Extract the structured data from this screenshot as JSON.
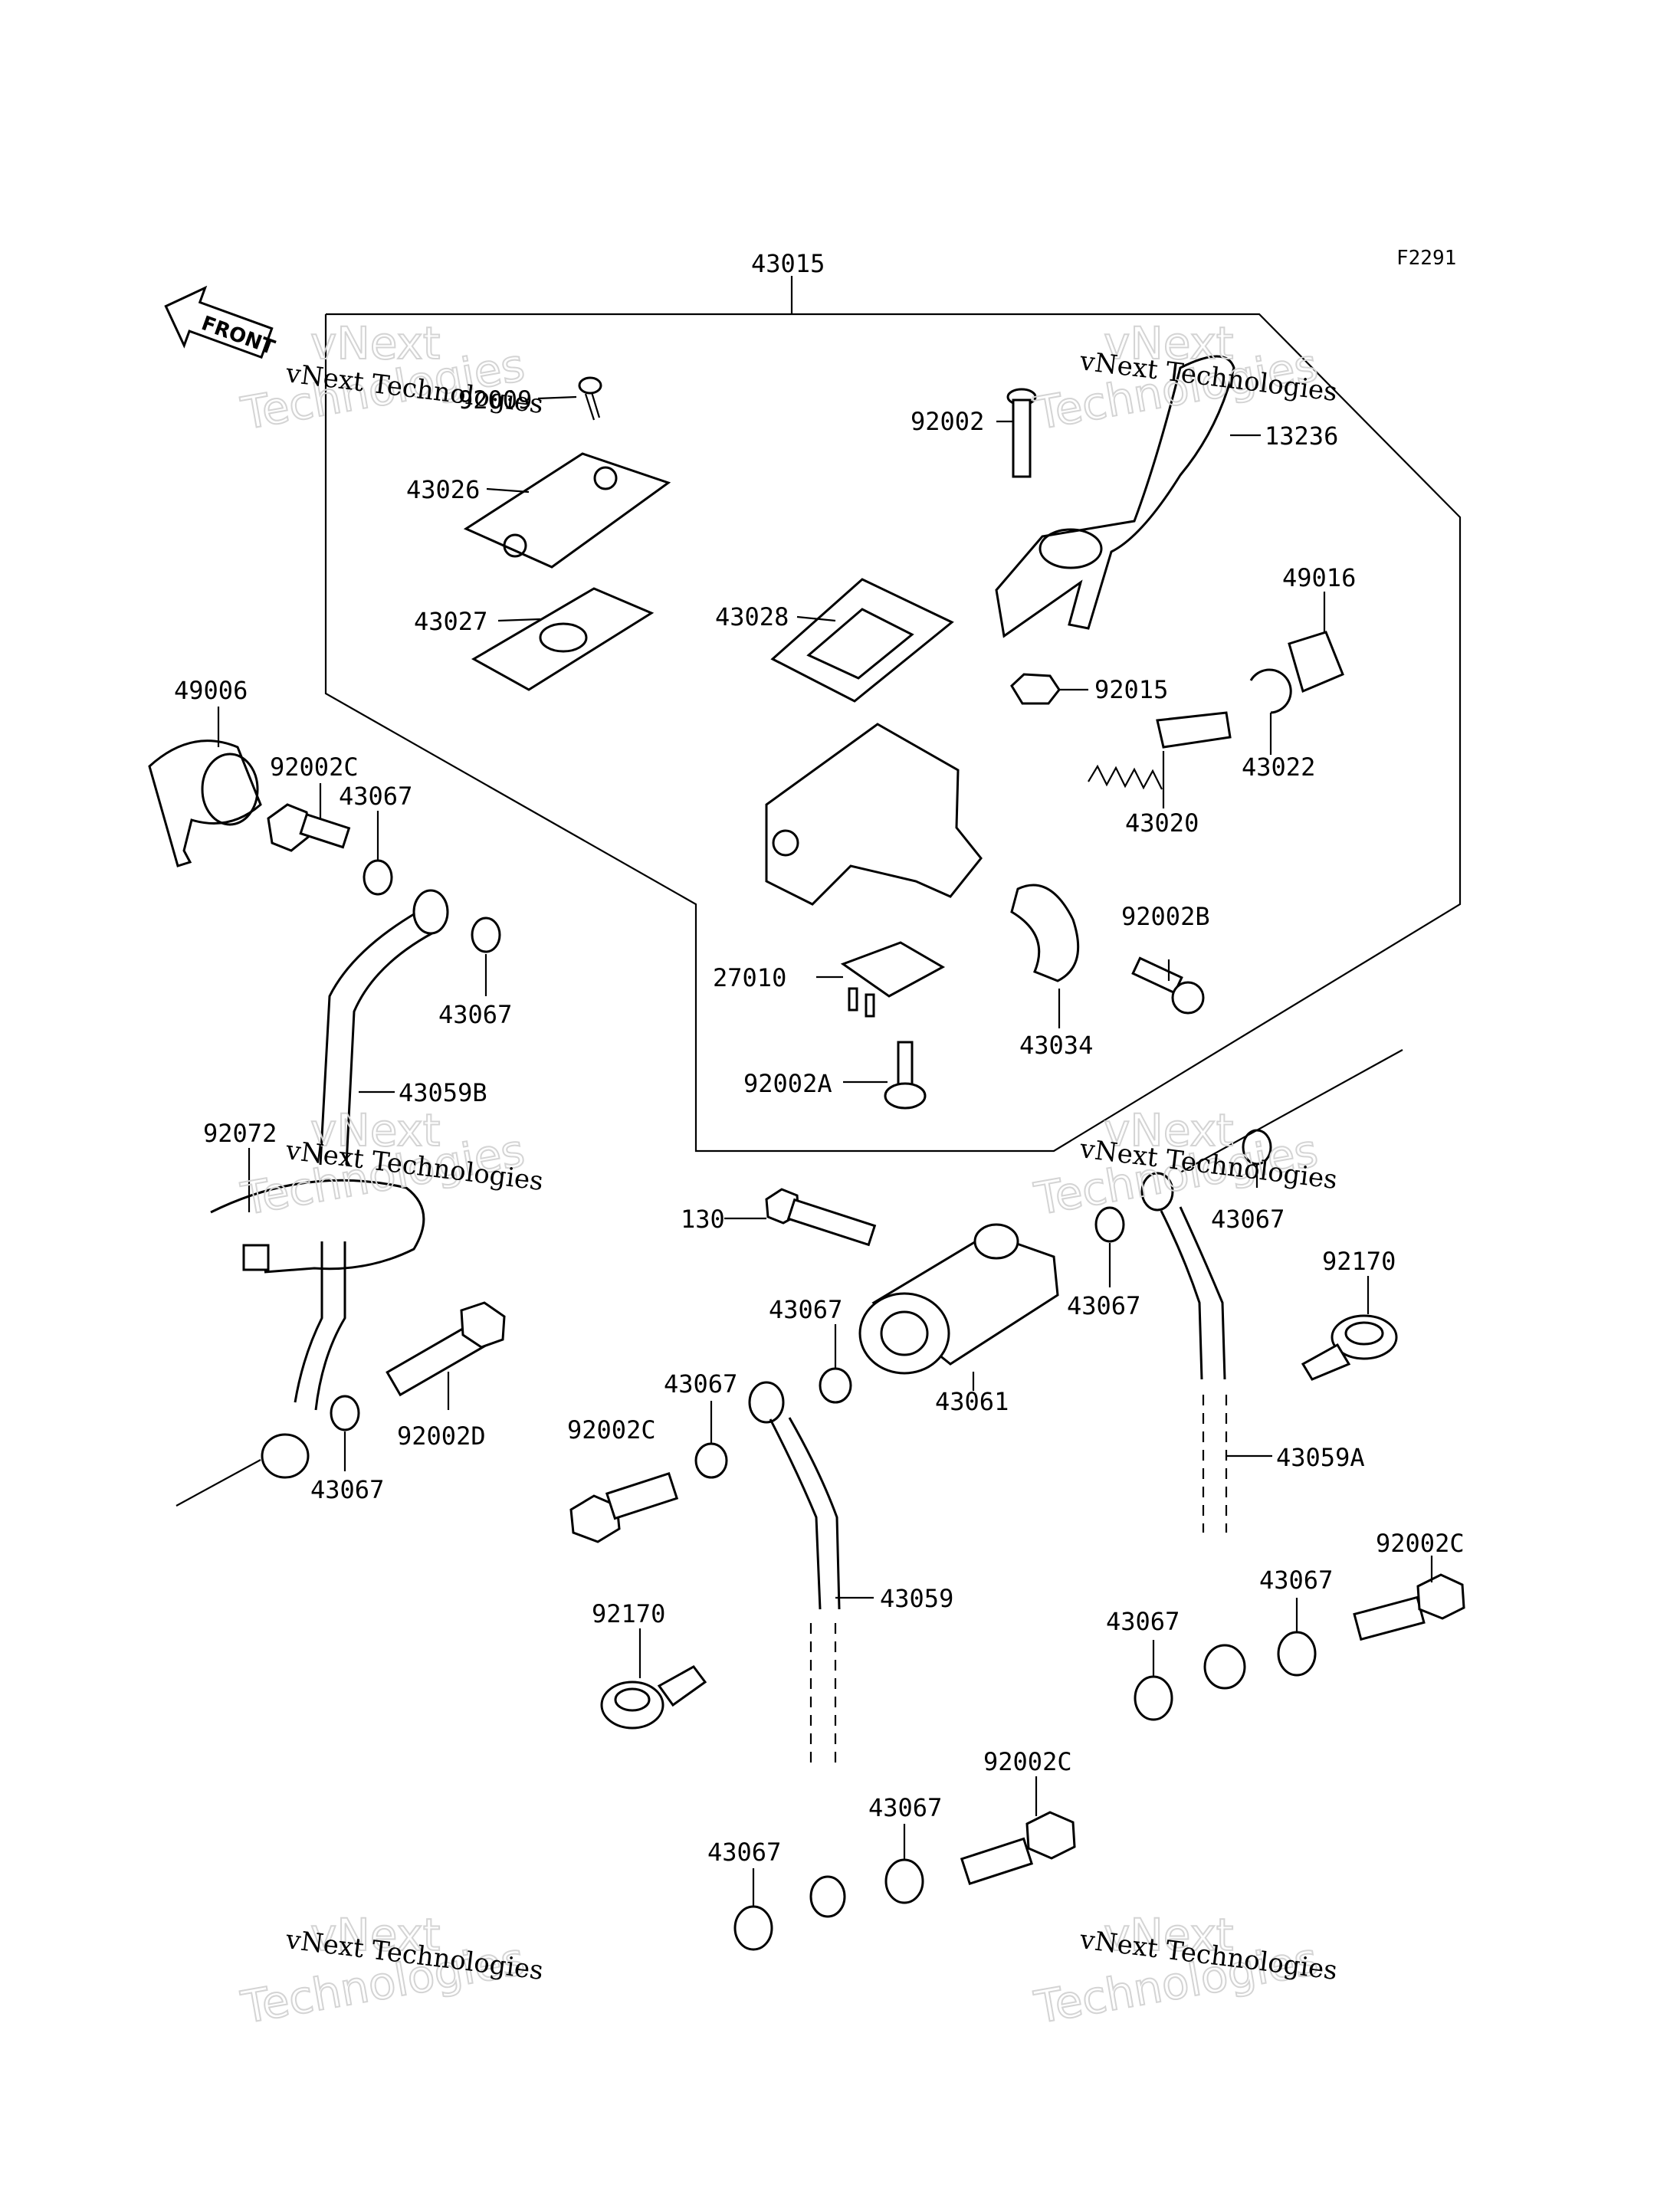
{
  "figure_code": "F2291",
  "front_marker": "FRONT",
  "watermark": {
    "line1": "vNext Technologies",
    "line2": "vNext",
    "line3": "Technologies"
  },
  "callouts": [
    "43015",
    "92009",
    "43026",
    "43027",
    "43028",
    "92002",
    "13236",
    "92015",
    "49016",
    "43022",
    "43020",
    "92002B",
    "27010",
    "43034",
    "92002A",
    "49006",
    "92002C",
    "43067",
    "43067",
    "43059B",
    "92072",
    "92002D",
    "43067",
    "130",
    "43067",
    "43067",
    "43061",
    "43067",
    "92170",
    "43059A",
    "92002C",
    "43067",
    "43059",
    "92170",
    "43067",
    "43067",
    "92002C",
    "43067",
    "43067",
    "92002C"
  ]
}
